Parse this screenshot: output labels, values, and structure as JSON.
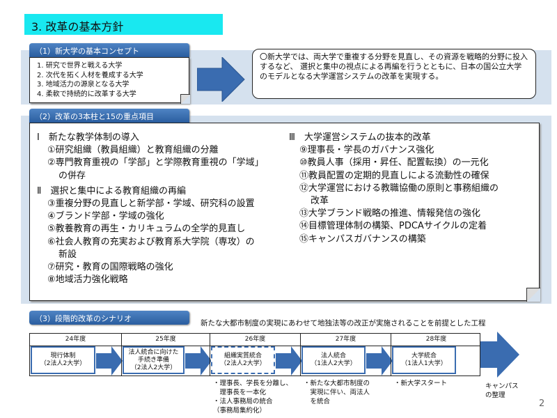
{
  "title": "3. 改革の基本方針",
  "section1": {
    "header": "（1）新大学の基本コンセプト",
    "items": [
      "1. 研究で世界と戦える大学",
      "2. 次代を拓く人材を養成する大学",
      "3. 地域活力の源泉となる大学",
      "4. 柔軟で持続的に改革する大学"
    ],
    "policy": "〇新大学では、両大学で重複する分野を見直し、その資源を戦略的分野に投入するなど、 選択と集中の視点による再編を行うとともに、日本の国公立大学のモデルとなる大学運営システムの改革を実現する。"
  },
  "section2": {
    "header": "（2）改革の3本柱と15の重点項目",
    "left": [
      {
        "t": "Ⅰ　新たな教学体制の導入",
        "c": "h"
      },
      {
        "t": "①研究組織（教員組織）と教育組織の分離",
        "c": "ind"
      },
      {
        "t": "②専門教育重視の「学部」と学際教育重視の「学域」",
        "c": "ind"
      },
      {
        "t": "の併存",
        "c": "ind2"
      },
      {
        "t": "Ⅱ　選択と集中による教育組織の再編",
        "c": "h"
      },
      {
        "t": "③重複分野の見直しと新学部・学域、研究科の設置",
        "c": "ind"
      },
      {
        "t": "④ブランド学部・学域の強化",
        "c": "ind"
      },
      {
        "t": "⑤教養教育の再生・カリキュラムの全学的見直し",
        "c": "ind"
      },
      {
        "t": "⑥社会人教育の充実および教育系大学院（専攻）の",
        "c": "ind"
      },
      {
        "t": "新設",
        "c": "ind2"
      },
      {
        "t": "⑦研究・教育の国際戦略の強化",
        "c": "ind"
      },
      {
        "t": "⑧地域活力強化戦略",
        "c": "ind"
      }
    ],
    "right": [
      {
        "t": "Ⅲ　大学運営システムの抜本的改革",
        "c": "h"
      },
      {
        "t": "⑨理事長・学長のガバナンス強化",
        "c": "ind"
      },
      {
        "t": "⑩教員人事（採用・昇任、配置転換）の一元化",
        "c": "ind"
      },
      {
        "t": "⑪教員配置の定期的見直しによる流動性の確保",
        "c": "ind"
      },
      {
        "t": "⑫大学運営における教職協働の原則と事務組織の",
        "c": "ind"
      },
      {
        "t": "改革",
        "c": "ind2"
      },
      {
        "t": "⑬大学ブランド戦略の推進、情報発信の強化",
        "c": "ind"
      },
      {
        "t": "⑭目標管理体制の構築、PDCAサイクルの定着",
        "c": "ind"
      },
      {
        "t": "⑮キャンパスガバナンスの構築",
        "c": "ind"
      }
    ]
  },
  "section3": {
    "header": "（3）段階的改革のシナリオ",
    "note": "新たな大都市制度の実現にあわせて地独法等の改正が実施されることを前提とした工程",
    "years": [
      "24年度",
      "25年度",
      "26年度",
      "27年度",
      "28年度"
    ],
    "steps": [
      "現行体制\n（2法人2大学）",
      "法人統合に向けた\n手続き準備\n（2法人2大学）",
      "組織実質統合\n（2法人2大学）",
      "法人統合\n（1法人2大学）",
      "大学統合\n（1法人1大学）"
    ],
    "notes": [
      "・理事長、学長を分離し、\n　理事長を一本化\n・法人事務局の統合\n（事務局集約化）",
      "・新たな大都市制度の\n　実現に伴い、両法人\n　を統合",
      "・新大学スタート"
    ],
    "final": "キャンパス\nの整理"
  },
  "page_number": "2",
  "colors": {
    "title_bg": "#19e8f0",
    "tab": "#2a5d9f",
    "band": "#d5e1ee",
    "arrow": "#3a6cb0"
  }
}
